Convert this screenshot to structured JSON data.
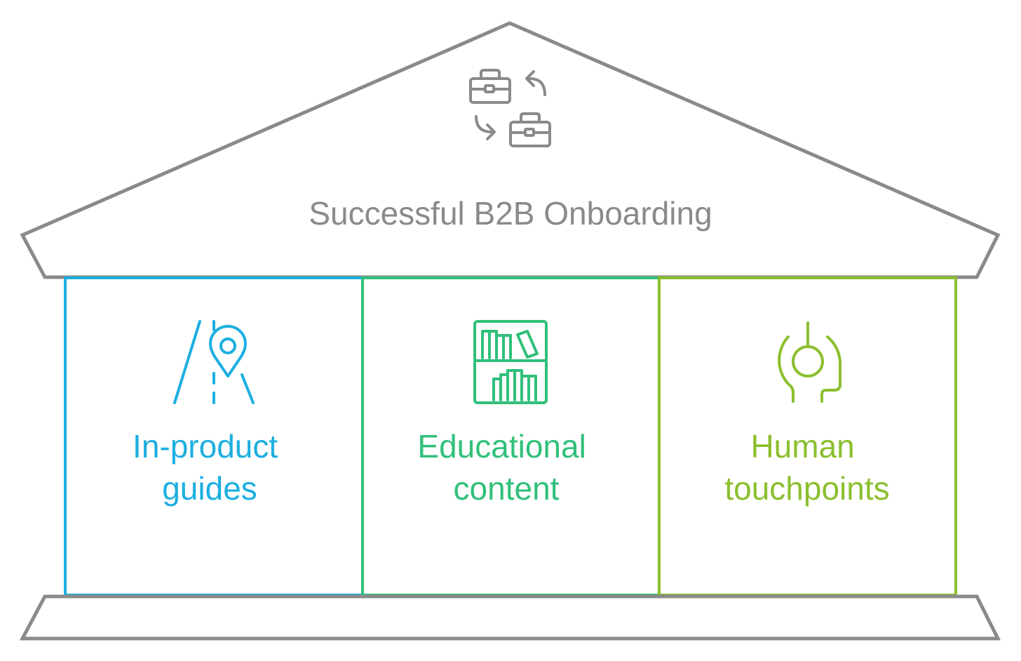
{
  "title": "Successful B2B Onboarding",
  "colors": {
    "structure": "#8a8a8a",
    "pillar_1": "#1cafe0",
    "pillar_2": "#30c07a",
    "pillar_3": "#8bbf2e"
  },
  "roof": {
    "icon": "briefcase-swap-icon"
  },
  "pillars": [
    {
      "label_line1": "In-product",
      "label_line2": "guides",
      "icon": "road-map-pin-icon",
      "color": "#1cafe0"
    },
    {
      "label_line1": "Educational",
      "label_line2": "content",
      "icon": "bookshelf-icon",
      "color": "#30c07a"
    },
    {
      "label_line1": "Human",
      "label_line2": "touchpoints",
      "icon": "human-touchpoint-icon",
      "color": "#8bbf2e"
    }
  ]
}
